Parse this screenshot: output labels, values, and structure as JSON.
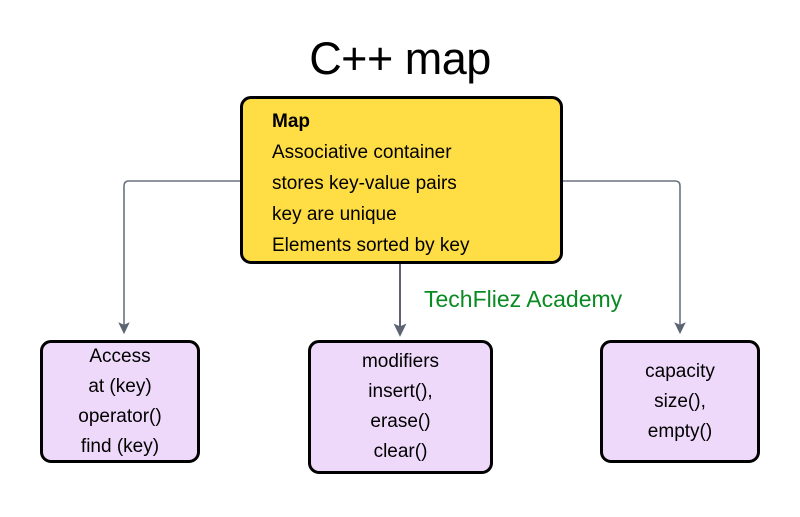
{
  "diagram": {
    "title": "C++ map",
    "watermark": "TechFliez Academy",
    "colors": {
      "background": "#ffffff",
      "root_fill": "#ffde45",
      "leaf_fill": "#efd9fb",
      "node_border": "#000000",
      "edge": "#6b7280",
      "watermark_text": "#0a8a22",
      "text": "#000000"
    },
    "root": {
      "heading": "Map",
      "lines": [
        "Associative container",
        "stores key-value pairs",
        "key are unique",
        "Elements sorted by key"
      ]
    },
    "leaves": [
      {
        "id": "access",
        "lines": [
          "Access",
          "at (key)",
          "operator()",
          "find (key)"
        ]
      },
      {
        "id": "modifiers",
        "lines": [
          "modifiers",
          "insert(),",
          "erase()",
          "clear()"
        ]
      },
      {
        "id": "capacity",
        "lines": [
          "capacity",
          "size(),",
          "empty()"
        ]
      }
    ]
  }
}
